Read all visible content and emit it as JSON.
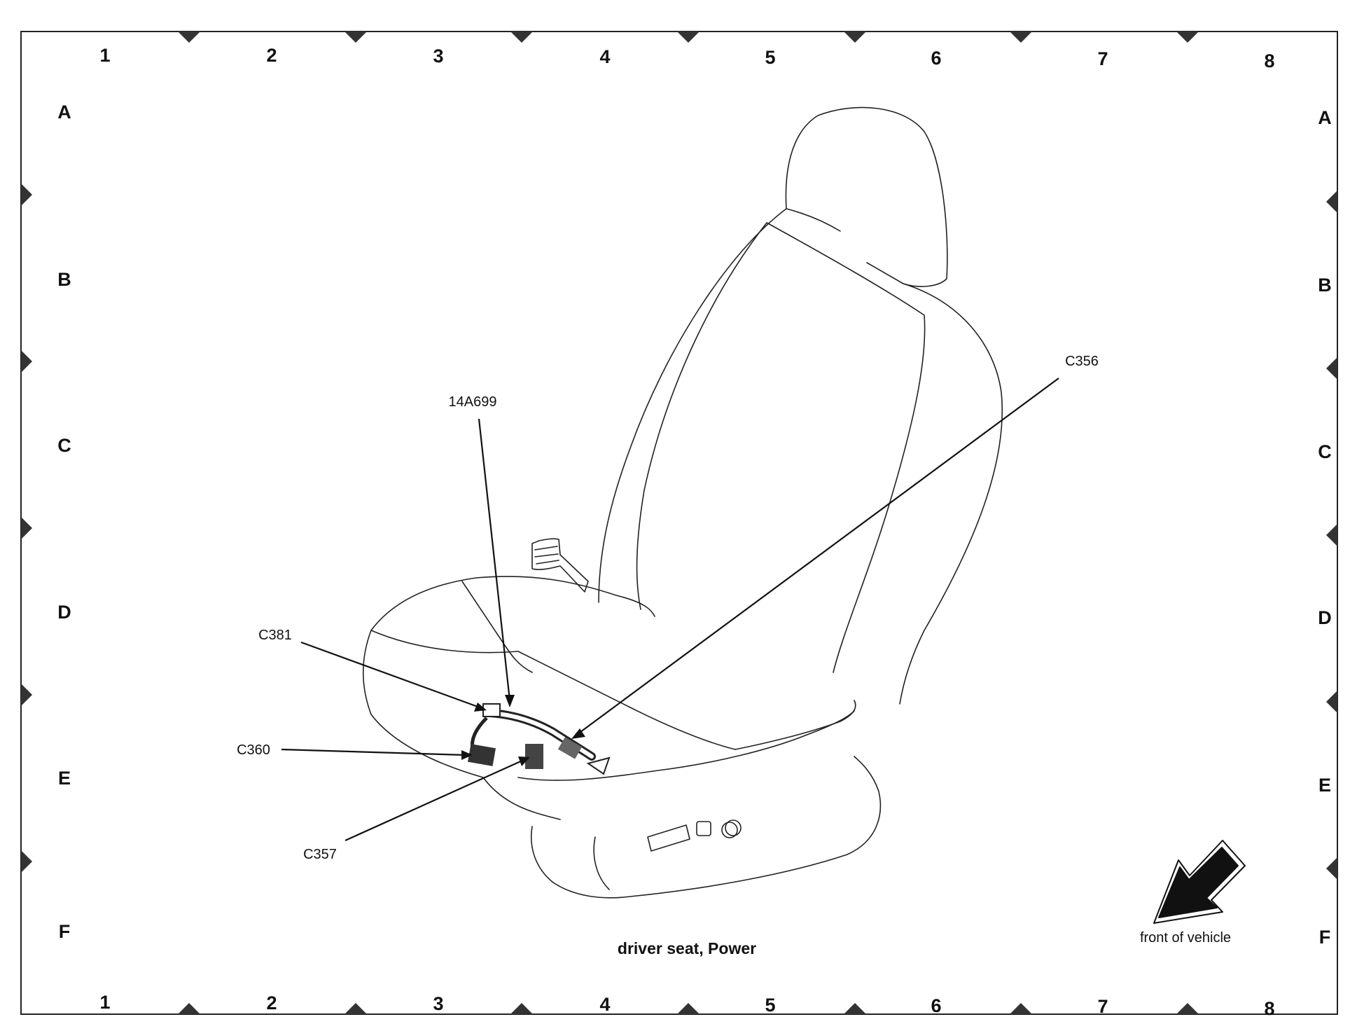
{
  "grid": {
    "columns": [
      "1",
      "2",
      "3",
      "4",
      "5",
      "6",
      "7",
      "8"
    ],
    "rows": [
      "A",
      "B",
      "C",
      "D",
      "E",
      "F"
    ]
  },
  "callouts": {
    "harness": "14A699",
    "c356": "C356",
    "c381": "C381",
    "c360": "C360",
    "c357": "C357"
  },
  "caption": "driver seat, Power",
  "orientation": {
    "label": "front of vehicle",
    "icon": "front-direction-arrow-icon"
  },
  "colors": {
    "line": "#222222",
    "background": "#ffffff"
  }
}
